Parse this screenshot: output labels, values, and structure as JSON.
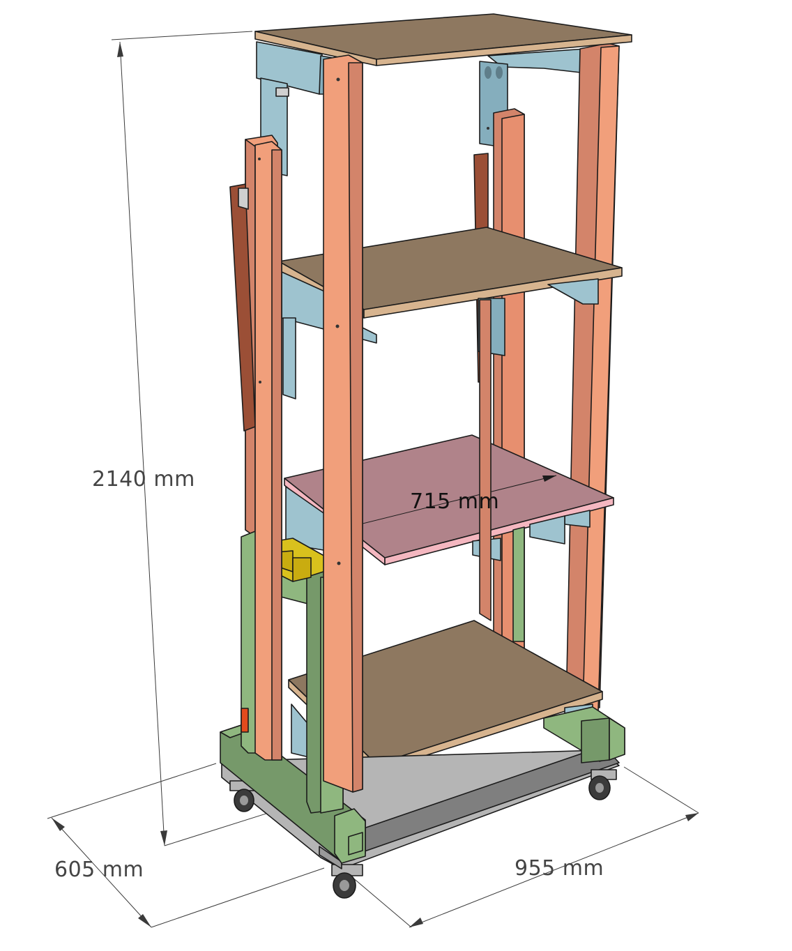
{
  "dimensions": {
    "height": "2140 mm",
    "depth": "605 mm",
    "width": "955 mm",
    "shelf_width": "715 mm"
  },
  "colors": {
    "shelf_brown": "#8e7860",
    "shelf_edge": "#d7b48f",
    "pink_shelf": "#b0838a",
    "pink_edge": "#f4b7c0",
    "post_orange": "#f19f7b",
    "post_orange_dark": "#d3846a",
    "brace_blue": "#9ec3cf",
    "brace_blue_dark": "#85aebd",
    "frame_green": "#8fb77f",
    "frame_green_dark": "#76996a",
    "block_yellow": "#d9c11d",
    "bracket_brown": "#9b4f36",
    "base_gray": "#7f7f7f",
    "base_gray_light": "#b5b5b5",
    "caster_black": "#3b3b3b"
  }
}
